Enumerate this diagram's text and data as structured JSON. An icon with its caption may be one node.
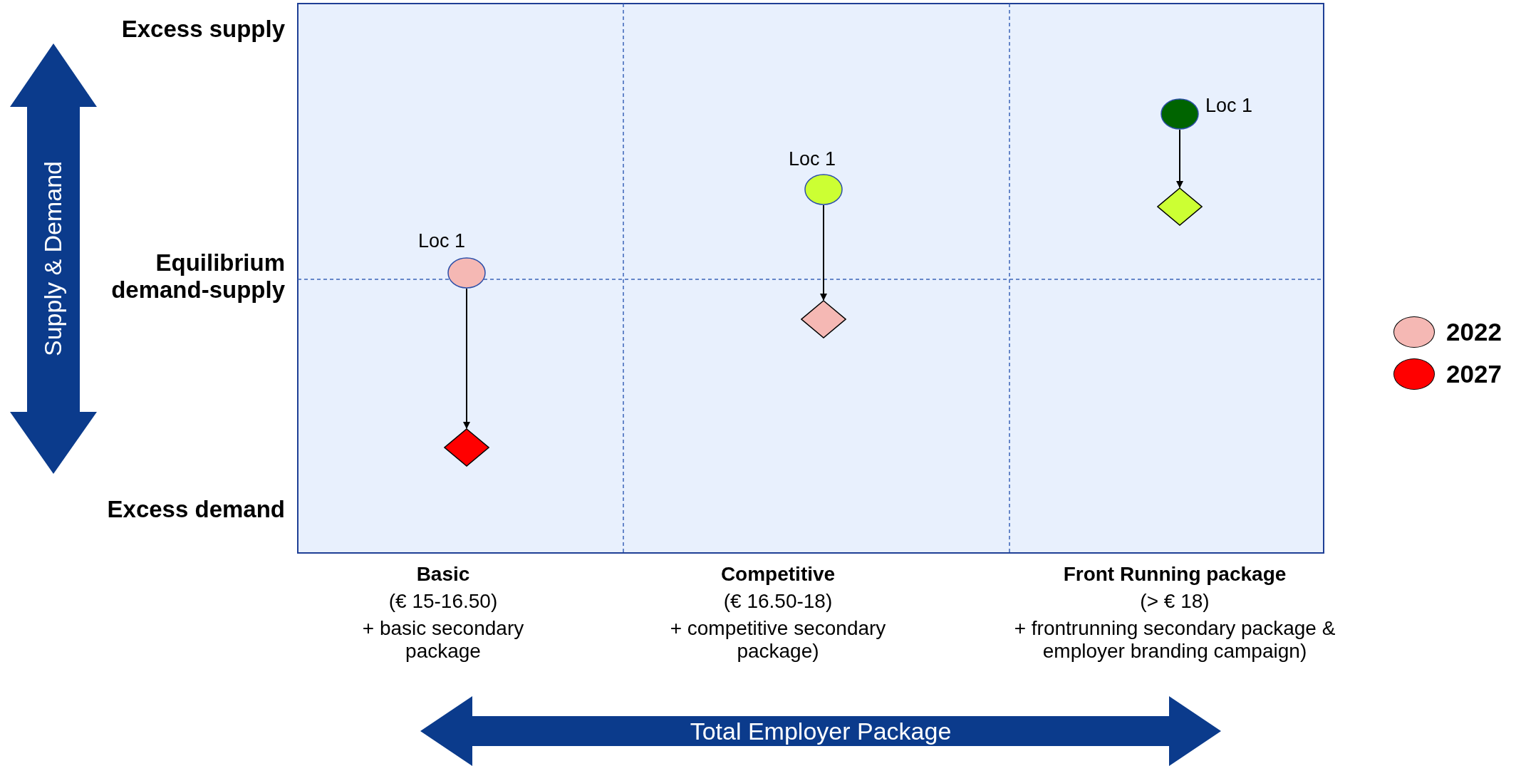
{
  "diagram": {
    "nodes": [
      {
        "text": [],
        "shape": "circle",
        "beside": [
          "Loc 1"
        ]
      },
      {
        "text": [],
        "shape": "diamond"
      },
      {
        "text": [],
        "shape": "circle",
        "beside": [
          "Loc 1"
        ]
      },
      {
        "text": [],
        "shape": "diamond"
      },
      {
        "text": [],
        "shape": "circle",
        "beside": [
          "Loc 1"
        ]
      },
      {
        "text": [],
        "shape": "diamond"
      }
    ],
    "edges": [
      {
        "from": 0,
        "to": 1,
        "arrow": "to"
      },
      {
        "from": 2,
        "to": 3,
        "arrow": "to"
      },
      {
        "from": 4,
        "to": 5,
        "arrow": "to"
      }
    ],
    "labels": [
      "Excess supply",
      "Equilibrium demand-supply",
      "Excess demand",
      "Supply & Demand",
      "Basic",
      "(€ 15-16.50)",
      "+ basic secondary package",
      "Competitive",
      "(€ 16.50-18)",
      "+ competitive secondary package)",
      "Front Running package",
      "(> € 18)",
      "+ frontrunning secondary package & employer branding campaign)",
      "Total Employer Package"
    ],
    "legend": [
      {
        "text": "2022",
        "color": "#f5b8b4"
      },
      {
        "text": "2027",
        "color": "#ff0000"
      }
    ]
  }
}
